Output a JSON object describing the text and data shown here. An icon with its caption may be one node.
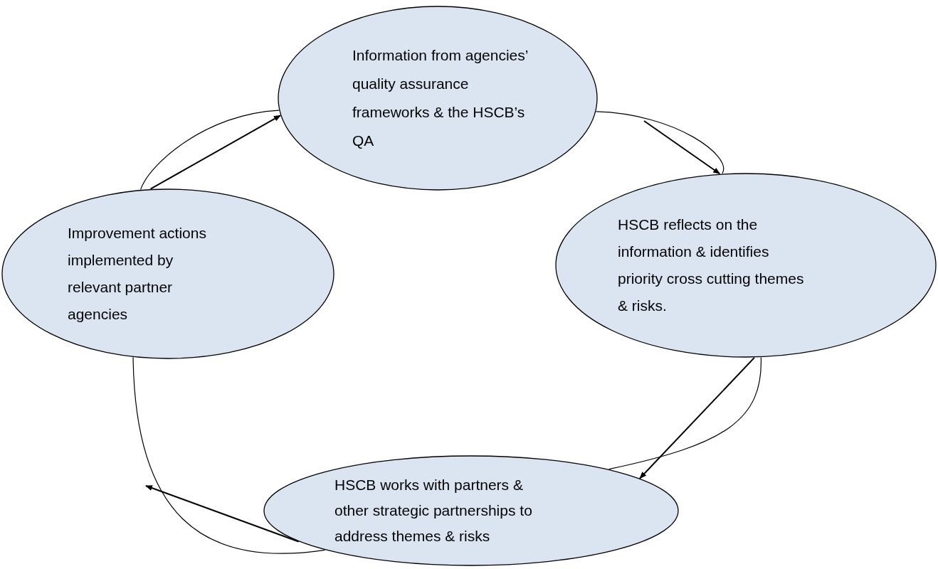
{
  "diagram": {
    "nodes": [
      {
        "text": [
          "Information from agencies’ quality assurance frameworks & the HSCB’s QA"
        ]
      },
      {
        "text": [
          "HSCB reflects on the information & identifies priority cross cutting themes & risks."
        ]
      },
      {
        "text": [
          "HSCB works with partners & other strategic partnerships to address themes & risks"
        ]
      },
      {
        "text": [
          "Improvement actions implemented by relevant partner agencies"
        ]
      }
    ],
    "edges": [
      {
        "from": 0,
        "to": 1,
        "arrow": "none"
      },
      {
        "from": null,
        "to": 1,
        "arrow": "to"
      },
      {
        "from": 1,
        "to": 2,
        "arrow": "none"
      },
      {
        "from": 1,
        "to": 2,
        "arrow": "to"
      },
      {
        "from": 2,
        "to": 3,
        "arrow": "none"
      },
      {
        "from": 2,
        "to": null,
        "arrow": "to"
      },
      {
        "from": 3,
        "to": 0,
        "arrow": "none"
      },
      {
        "from": 3,
        "to": 0,
        "arrow": "to"
      }
    ]
  }
}
